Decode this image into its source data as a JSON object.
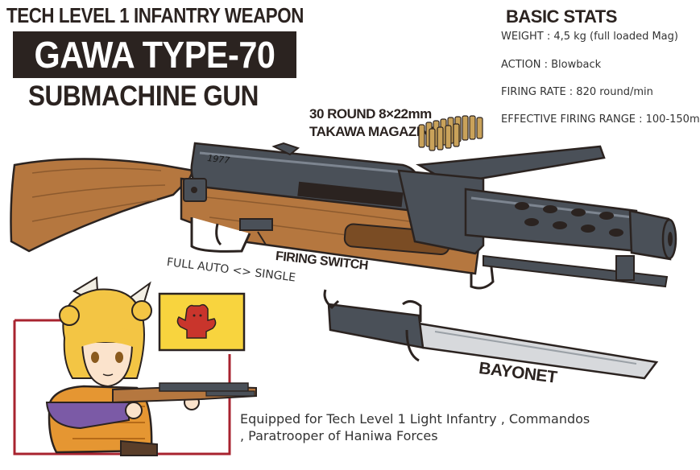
{
  "header": {
    "top_line": "TECH LEVEL 1 INFANTRY WEAPON",
    "name": "GAWA TYPE-70",
    "subtitle": "SUBMACHINE GUN"
  },
  "stats": {
    "title": "BASIC STATS",
    "items": [
      "WEIGHT : 4,5 kg (full loaded Mag)",
      "ACTION : Blowback",
      "FIRING RATE : 820 round/min",
      "EFFECTIVE FIRING RANGE : 100-150m"
    ]
  },
  "magazine": {
    "line1": "30 ROUND 8×22mm",
    "line2": "TAKAWA MAGAZINE"
  },
  "gun": {
    "engraving": "1977"
  },
  "switch": {
    "modes": "FULL AUTO <> SINGLE",
    "label": "FIRING SWITCH"
  },
  "bayonet": {
    "label": "BAYONET"
  },
  "equipped": {
    "line1": "Equipped for Tech Level 1 Light Infantry , Commandos",
    "line2": ", Paratrooper of Haniwa Forces"
  },
  "colors": {
    "ink": "#2b2320",
    "wood": "#b5773f",
    "steel": "#4a5058",
    "flag_yellow": "#f8d43e",
    "emblem_red": "#c9352c",
    "frame_red": "#a8232f",
    "brass": "#c9a25a"
  }
}
